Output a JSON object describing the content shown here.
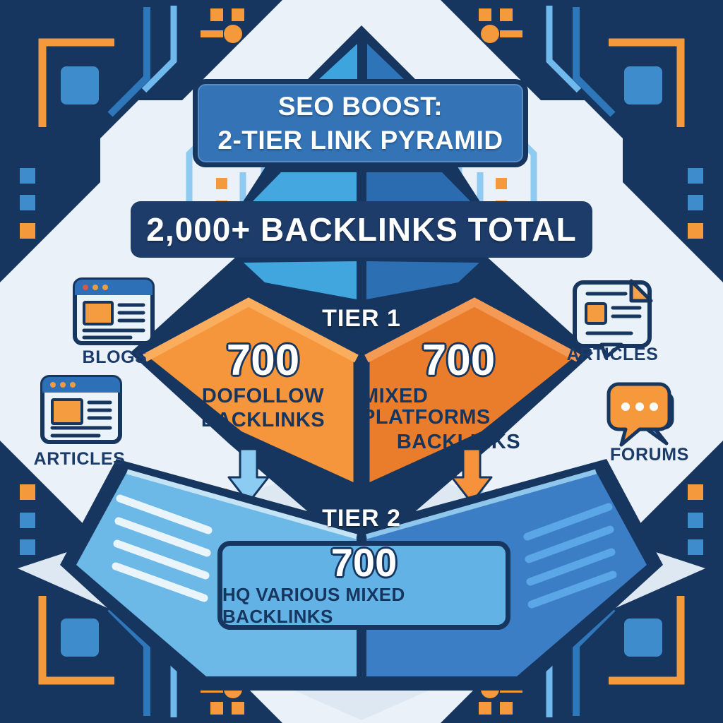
{
  "header": {
    "title_line1": "SEO BOOST:",
    "title_line2": "2-TIER LINK PYRAMID",
    "total": "2,000+ BACKLINKS TOTAL"
  },
  "pyramid": {
    "tier1": {
      "label": "TIER 1",
      "left": {
        "count": "700",
        "desc_line1": "DOFOLLOW",
        "desc_line2": "BACKLINKS"
      },
      "right": {
        "count": "700",
        "desc_line1": "MIXED PLATFORMS",
        "desc_line2": "BACKLINKS"
      }
    },
    "tier2": {
      "label": "TIER 2",
      "count": "700",
      "caption": "HQ VARIOUS MIXED BACKLINKS"
    }
  },
  "side_icons": {
    "left_top": {
      "label": "BLOGS",
      "icon": "browser-window-icon"
    },
    "left_bottom": {
      "label": "ARTICLES",
      "icon": "browser-window-icon"
    },
    "right_top": {
      "label": "ARTICLES",
      "icon": "document-page-icon"
    },
    "right_bottom": {
      "label": "FORUMS",
      "icon": "chat-bubbles-icon"
    }
  },
  "colors": {
    "background": "#EAF1F8",
    "navy": "#17365F",
    "banner_blue": "#3473B5",
    "light_blue": "#41A5DE",
    "mid_blue": "#2C6FB3",
    "orange_light": "#F5953C",
    "orange_dark": "#EA7D2C",
    "tier2_panel_light": "#6CB9E8",
    "tier2_panel_dark": "#3B7EC6",
    "box_blue": "#63B2E5",
    "accent_orange": "#F49A3D"
  }
}
